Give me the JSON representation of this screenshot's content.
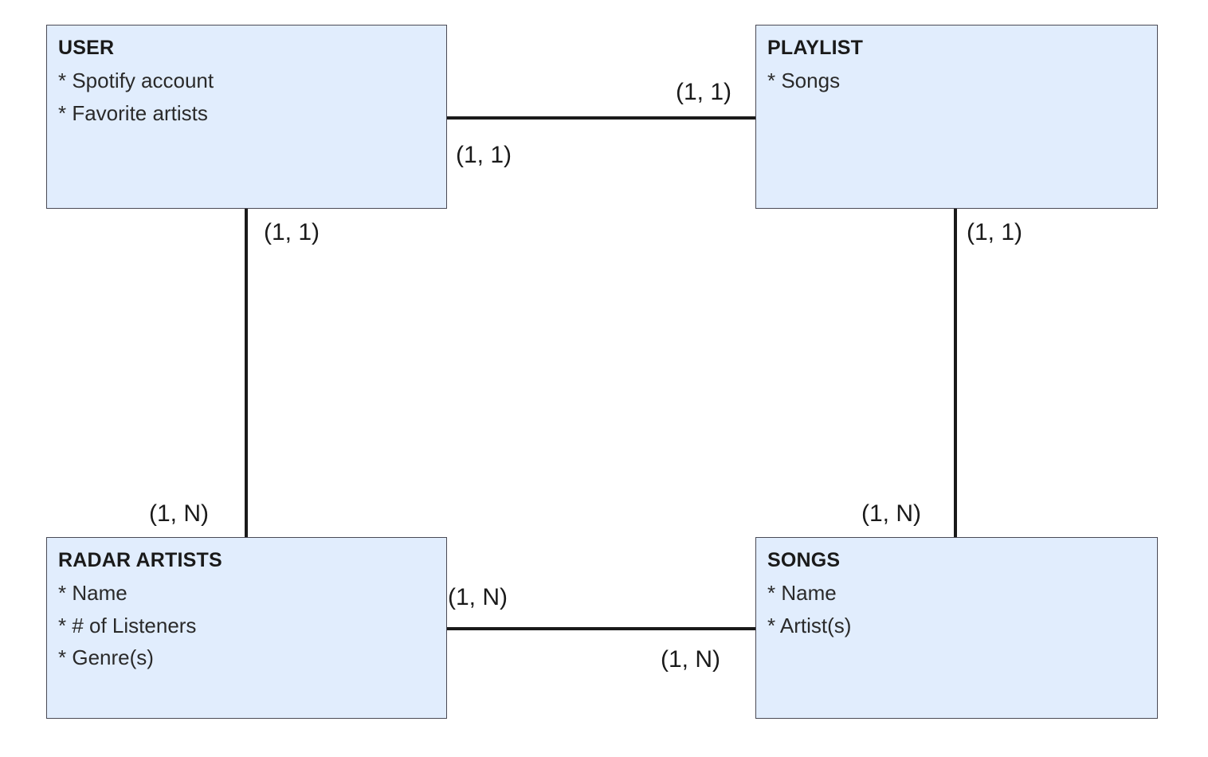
{
  "diagram": {
    "type": "entity-relationship-diagram",
    "notation": "min-max cardinality",
    "background_color": "#ffffff",
    "entity_fill_color": "#e1edfd",
    "entity_border_color": "#4a4a55",
    "connector_color": "#1a1a1a"
  },
  "entities": [
    {
      "id": "user",
      "title": "USER",
      "attributes": [
        "* Spotify account",
        "* Favorite artists"
      ]
    },
    {
      "id": "playlist",
      "title": "PLAYLIST",
      "attributes": [
        "* Songs"
      ]
    },
    {
      "id": "radar_artists",
      "title": "RADAR ARTISTS",
      "attributes": [
        "* Name",
        "* # of Listeners",
        "* Genre(s)"
      ]
    },
    {
      "id": "songs",
      "title": "SONGS",
      "attributes": [
        "* Name",
        "* Artist(s)"
      ]
    }
  ],
  "relationships": [
    {
      "id": "user-playlist",
      "from": "user",
      "to": "playlist",
      "orientation": "horizontal",
      "from_cardinality": "(1, 1)",
      "to_cardinality": "(1, 1)"
    },
    {
      "id": "user-radar-artists",
      "from": "user",
      "to": "radar_artists",
      "orientation": "vertical",
      "from_cardinality": "(1, 1)",
      "to_cardinality": "(1, N)"
    },
    {
      "id": "playlist-songs",
      "from": "playlist",
      "to": "songs",
      "orientation": "vertical",
      "from_cardinality": "(1, 1)",
      "to_cardinality": "(1, N)"
    },
    {
      "id": "radar-artists-songs",
      "from": "radar_artists",
      "to": "songs",
      "orientation": "horizontal",
      "from_cardinality": "(1, N)",
      "to_cardinality": "(1, N)"
    }
  ]
}
